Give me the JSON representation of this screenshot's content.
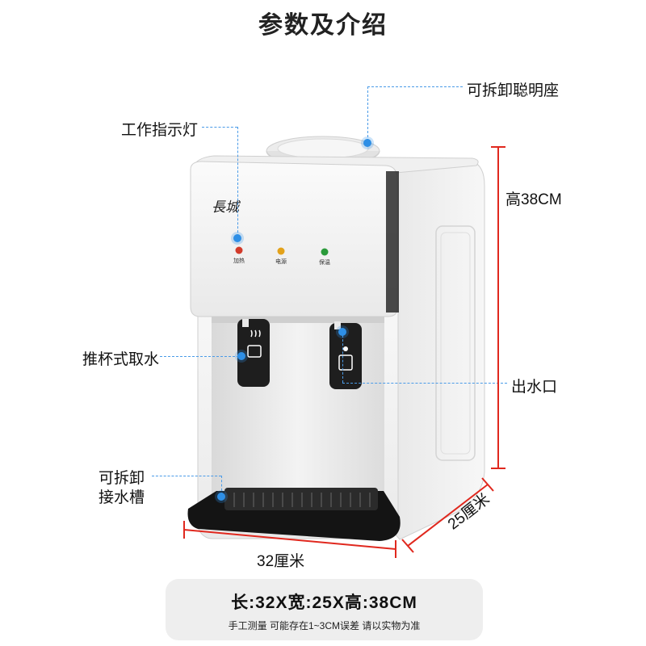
{
  "title": "参数及介绍",
  "brand_logo_text": "長城",
  "callouts": {
    "seat": "可拆卸聪明座",
    "indicator": "工作指示灯",
    "push_cup": "推杯式取水",
    "tray_line1": "可拆卸",
    "tray_line2": "接水槽",
    "outlet": "出水口"
  },
  "indicator_lights": [
    {
      "label": "加热",
      "color": "#d23a2a"
    },
    {
      "label": "电源",
      "color": "#e3a21a"
    },
    {
      "label": "保温",
      "color": "#2a9a3a"
    }
  ],
  "dimensions": {
    "height_label": "高38CM",
    "width_label": "32厘米",
    "depth_label": "25厘米"
  },
  "specs": {
    "main": "长:32X宽:25X高:38CM",
    "note": "手工测量 可能存在1~3CM误差 请以实物为准"
  },
  "colors": {
    "accent_dot": "#2e8fe6",
    "dimension_line": "#e0281e",
    "body": "#f2f2f2",
    "dark_panel": "#1e1e1e"
  }
}
